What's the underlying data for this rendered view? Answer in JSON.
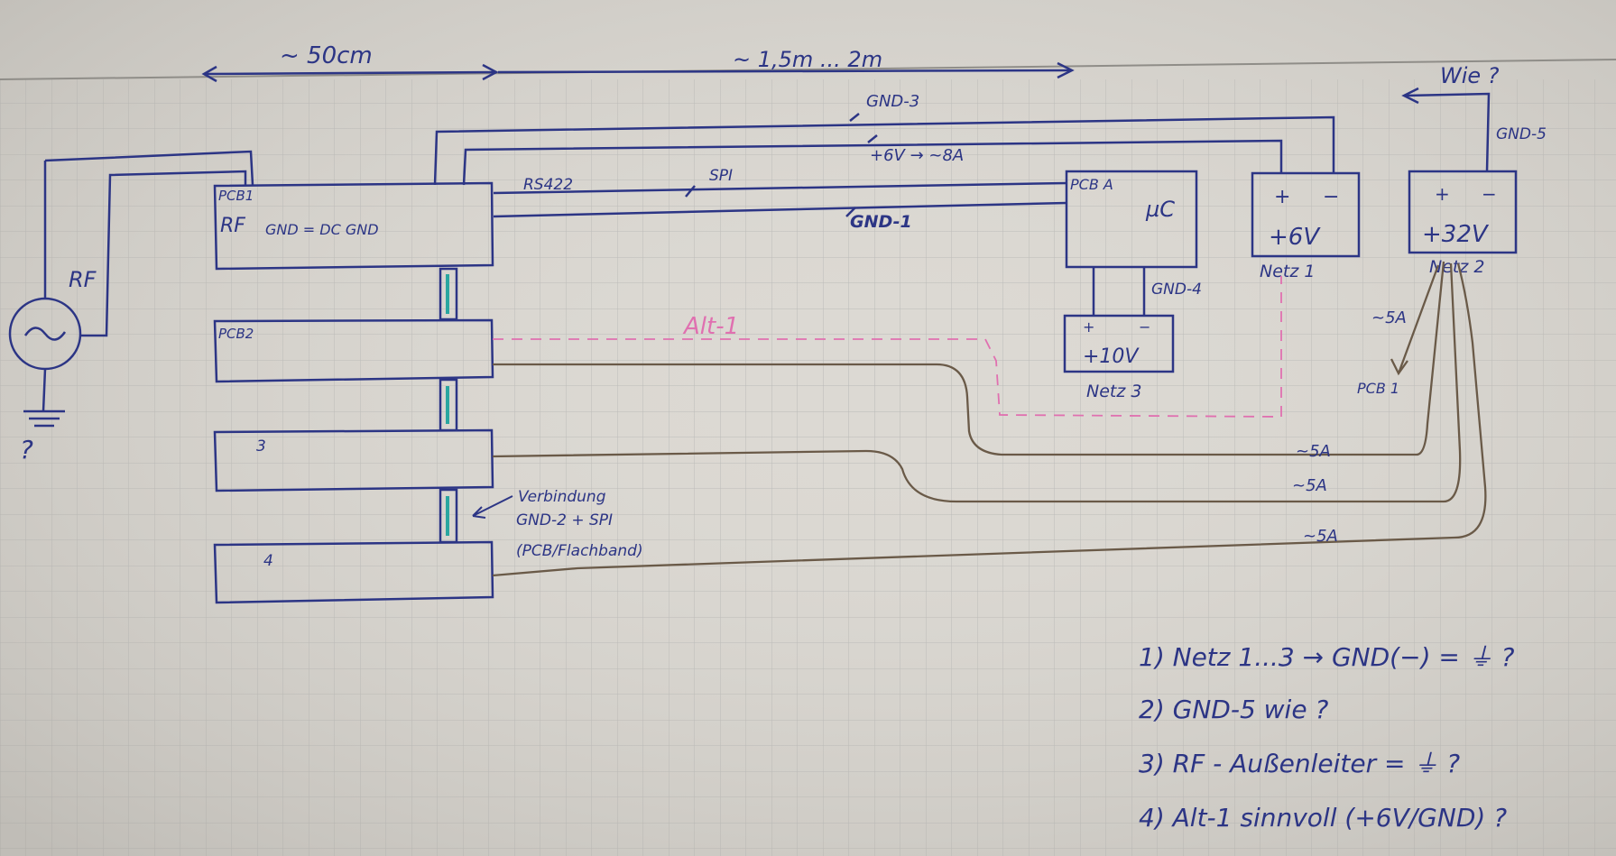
{
  "colors": {
    "paper": "#dcd9d3",
    "grid": "#b9b9b9",
    "ink_blue": "#2c3585",
    "ink_brown": "#6a5a48",
    "ink_pink": "#e070b0",
    "ink_teal": "#2aa6a0"
  },
  "dimensions": {
    "left_span": "~ 50cm",
    "right_span": "~ 1,5m ... 2m"
  },
  "labels": {
    "wie": "Wie ?",
    "gnd3": "GND-3",
    "gnd5": "GND-5",
    "plus6v_8a": "+6V → ~8A",
    "rs422": "RS422",
    "spi": "SPI",
    "gnd1": "GND-1",
    "gnd4": "GND-4",
    "rf": "RF",
    "ground_q": "?",
    "alt1": "Alt-1",
    "pcb1_ref": "PCB 1",
    "approx5a": "~5A",
    "connection": [
      "Verbindung",
      "GND-2 + SPI",
      "(PCB/Flachband)"
    ]
  },
  "pcbs": {
    "pcb1": {
      "label": "PCB1",
      "inner": "RF",
      "gnd": "GND = DC GND"
    },
    "pcb2": {
      "label": "PCB2"
    },
    "pcb3": {
      "label": "3"
    },
    "pcb4": {
      "label": "4"
    }
  },
  "pcba": {
    "label": "PCB A",
    "mc": "µC"
  },
  "supplies": {
    "netz1": {
      "plus": "+",
      "minus": "−",
      "voltage": "+6V",
      "name": "Netz 1"
    },
    "netz2": {
      "plus": "+",
      "minus": "−",
      "voltage": "+32V",
      "name": "Netz 2"
    },
    "netz3": {
      "plus": "+",
      "minus": "−",
      "voltage": "+10V",
      "name": "Netz 3"
    }
  },
  "questions": [
    "1)  Netz 1...3 → GND(−) = ⏚ ?",
    "2)  GND-5  wie ?",
    "3)  RF - Außenleiter = ⏚ ?",
    "4)  Alt-1  sinnvoll  (+6V/GND) ?"
  ]
}
